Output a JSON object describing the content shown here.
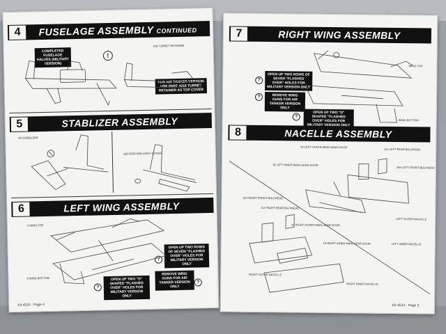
{
  "left_page": {
    "footer": "Kit 4524 - Page 4",
    "step4": {
      "number": "4",
      "title": "FUSELAGE ASSEMBLY",
      "title_suffix": "CONTINUED",
      "note_completed": "COMPLETED FUSELAGE HALVES (MILITARY VERSION)",
      "label_turret": "218 TURRET RETAINER",
      "warning_symbol": "!",
      "note_tanker": "FOR AIR TANKER VERSION USE PART #218 TURRET RETAINER AS TOP COVER"
    },
    "step5": {
      "number": "5",
      "title": "STABLIZER ASSEMBLY",
      "label_stabilizer": "20 STABILIZER",
      "label_light": "103 POSITION LIGHT COVER"
    },
    "step6": {
      "number": "6",
      "title": "LEFT WING ASSEMBLY",
      "label_top": "5 WING TOP",
      "label_bottom": "6 WING BOTTOM",
      "note_open_rows": "OPEN UP TWO ROWS OF SEVEN \"FLASHED OVER\" HOLES FOR MILITARY VERSION ONLY",
      "note_open_two": "OPEN UP TWO \"D\" SHAPED \"FLASHED OVER\" HOLES FOR MILITARY VERSION ONLY",
      "note_remove_guns": "REMOVE WING GUNS FOR AIR TANKER VERSION ONLY",
      "warning_symbol": "?"
    }
  },
  "right_page": {
    "footer": "Kit 4524 - Page 5",
    "step7": {
      "number": "7",
      "title": "RIGHT WING ASSEMBLY",
      "label_top": "WING TOP",
      "label_bottom": "WING BOTTOM",
      "note_open_rows": "OPEN UP TWO ROWS OF SEVEN \"FLASHED OVER\" HOLES FOR MILITARY VERSION ONLY",
      "note_remove_guns": "REMOVE WING GUNS FOR AIR TANKER VERSION ONLY",
      "note_open_two": "OPEN UP TWO \"D\" SHAPED \"FLASHED OVER\" HOLES FOR MILITARY VERSION ONLY",
      "warning_symbol": "?"
    },
    "step8": {
      "number": "8",
      "title": "NACELLE ASSEMBLY",
      "labels": [
        "42 LEFT OUTER MAIN GEAR DOOR",
        "211 LEFT REAR BULKHEAD",
        "16 LEFT INNER MAIN GEAR DOOR",
        "209 LEFT FRONT BULKHEAD",
        "210 RIGHT FRONT BULKHEAD",
        "212 RIGHT REAR BULKHEAD",
        "41 RIGHT OUTER MAIN GEAR DOOR",
        "15 RIGHT INNER MAIN GEAR DOOR",
        "LEFT OUTER NACELLE",
        "LEFT INNER NACELLE",
        "RIGHT OUTER NACELLE",
        "RIGHT INNER NACELLE"
      ]
    }
  },
  "colors": {
    "header_bg": "#111111",
    "page_bg": "#f4f4f2",
    "note_bg": "#111111"
  }
}
